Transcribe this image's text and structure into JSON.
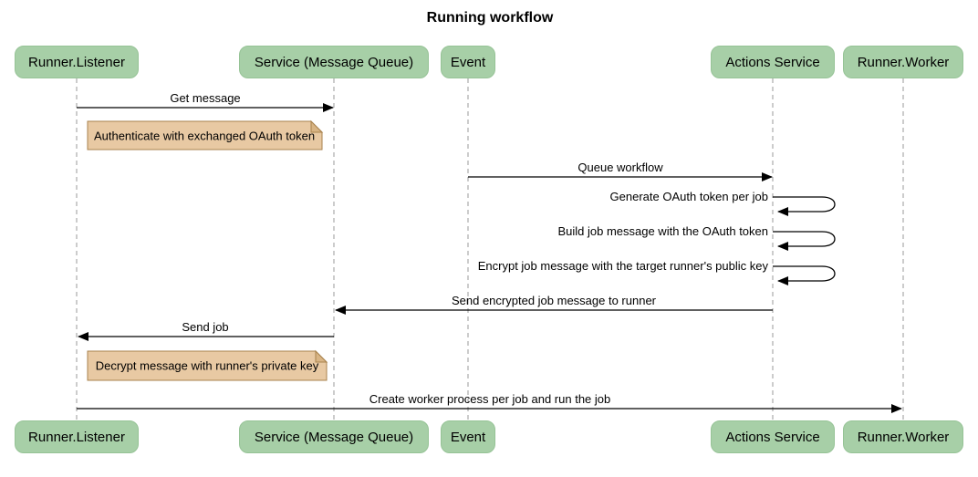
{
  "title": "Running workflow",
  "diagram_type": "sequence",
  "actors": [
    {
      "label": "Runner.Listener"
    },
    {
      "label": "Service (Message Queue)"
    },
    {
      "label": "Event"
    },
    {
      "label": "Actions Service"
    },
    {
      "label": "Runner.Worker"
    }
  ],
  "messages": [
    {
      "label": "Get message",
      "from": "Runner.Listener",
      "to": "Service (Message Queue)",
      "kind": "solid-arrow"
    },
    {
      "label": "Queue workflow",
      "from": "Event",
      "to": "Actions Service",
      "kind": "solid-arrow"
    },
    {
      "label": "Generate OAuth token per job",
      "from": "Actions Service",
      "to": "Actions Service",
      "kind": "self-loop"
    },
    {
      "label": "Build job message with the OAuth token",
      "from": "Actions Service",
      "to": "Actions Service",
      "kind": "self-loop"
    },
    {
      "label": "Encrypt job message with the target runner's public key",
      "from": "Actions Service",
      "to": "Actions Service",
      "kind": "self-loop"
    },
    {
      "label": "Send encrypted job message to runner",
      "from": "Actions Service",
      "to": "Service (Message Queue)",
      "kind": "solid-arrow"
    },
    {
      "label": "Send job",
      "from": "Service (Message Queue)",
      "to": "Runner.Listener",
      "kind": "solid-arrow"
    },
    {
      "label": "Create worker process per job and run the job",
      "from": "Runner.Listener",
      "to": "Runner.Worker",
      "kind": "solid-arrow"
    }
  ],
  "notes": [
    {
      "text": "Authenticate with exchanged OAuth token",
      "position": "right of Runner.Listener"
    },
    {
      "text": "Decrypt message with runner's private key",
      "position": "right of Runner.Listener"
    }
  ],
  "colors": {
    "background": "#FFFFFF",
    "actor_fill": "#A7CFA7",
    "actor_border": "#96C396",
    "note_fill": "#E8C9A3",
    "note_border": "#A8824D",
    "note_fold": "#D8B484",
    "lifeline": "#999999",
    "arrow": "#000000",
    "text": "#000000"
  }
}
